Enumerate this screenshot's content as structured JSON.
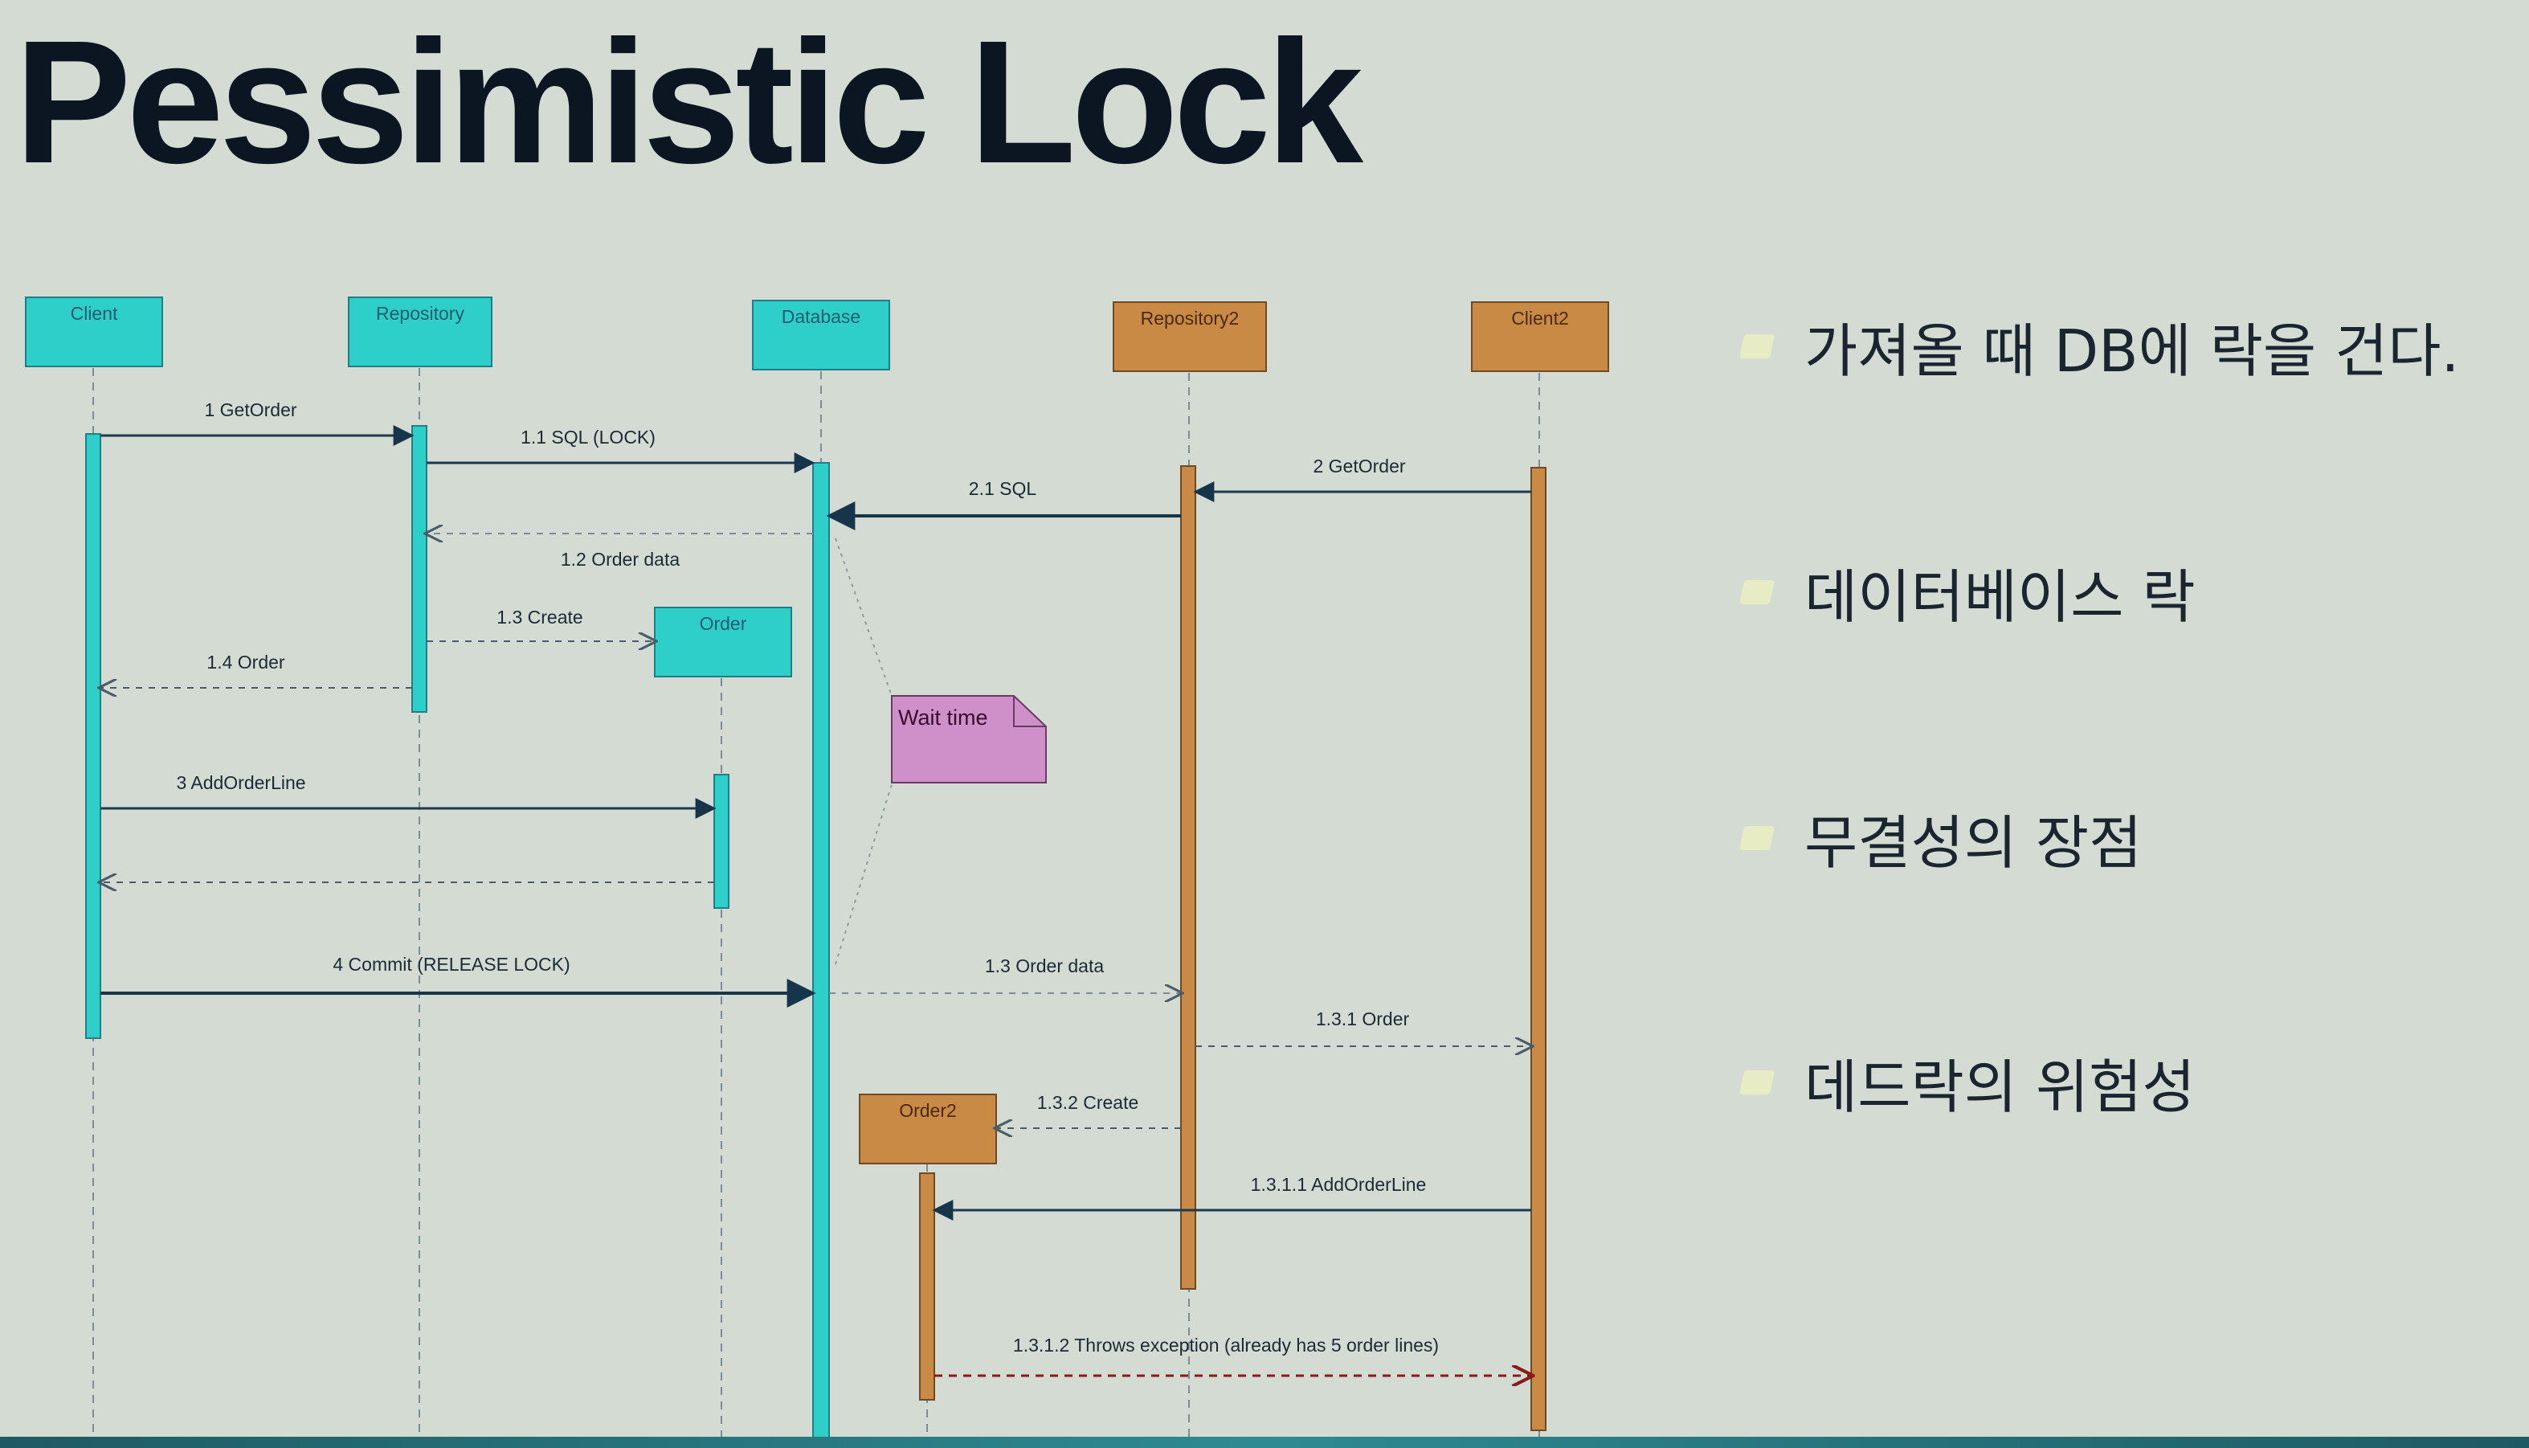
{
  "title": "Pessimistic Lock",
  "diagram": {
    "participants": {
      "client": "Client",
      "repository": "Repository",
      "database": "Database",
      "repository2": "Repository2",
      "client2": "Client2",
      "order": "Order",
      "order2": "Order2"
    },
    "messages": {
      "m1": "1  GetOrder",
      "m1_1": "1.1  SQL (LOCK)",
      "m1_2": "1.2  Order data",
      "m1_3": "1.3  Create",
      "m1_4": "1.4  Order",
      "m3": "3  AddOrderLine",
      "m4": "4  Commit (RELEASE LOCK)",
      "m2": "2  GetOrder",
      "m2_1": "2.1  SQL",
      "m2_1_3": "1.3  Order data",
      "m2_1_3_1": "1.3.1  Order",
      "m2_1_3_2": "1.3.2  Create",
      "m2_1_3_1_1": "1.3.1.1  AddOrderLine",
      "m2_1_3_1_2": "1.3.1.2  Throws exception (already has 5 order lines)"
    },
    "note": "Wait time"
  },
  "bullets": [
    "가져올 때 DB에 락을 건다.",
    "데이터베이스 락",
    "무결성의 장점",
    "데드락의 위험성"
  ],
  "colors": {
    "background": "#d3dbd3",
    "teal": "#2ecfc8",
    "orange": "#c98a45",
    "note": "#cf8fc8",
    "exception_arrow": "#8b1a1a"
  }
}
